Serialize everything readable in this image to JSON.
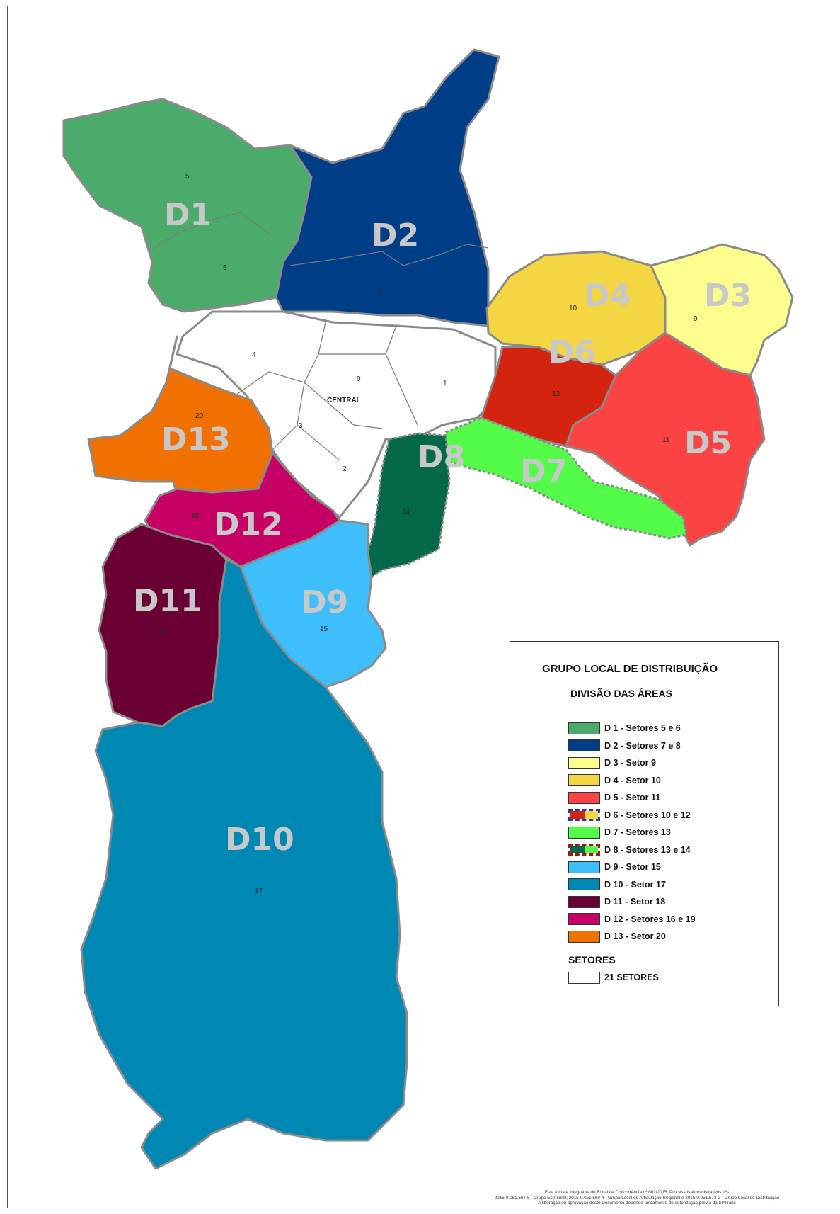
{
  "map": {
    "districts": [
      {
        "id": "D1",
        "label": "D1",
        "color": "#4aab6a"
      },
      {
        "id": "D2",
        "label": "D2",
        "color": "#003f87"
      },
      {
        "id": "D3",
        "label": "D3",
        "color": "#fdfd8e"
      },
      {
        "id": "D4",
        "label": "D4",
        "color": "#f3d641"
      },
      {
        "id": "D5",
        "label": "D5",
        "color": "#fc4343"
      },
      {
        "id": "D6",
        "label": "D6",
        "color": "#d4230f"
      },
      {
        "id": "D7",
        "label": "D7",
        "color": "#52fc48"
      },
      {
        "id": "D8",
        "label": "D8",
        "color": "#04684a"
      },
      {
        "id": "D9",
        "label": "D9",
        "color": "#3fbefc"
      },
      {
        "id": "D10",
        "label": "D10",
        "color": "#0088b4"
      },
      {
        "id": "D11",
        "label": "D11",
        "color": "#6b0034"
      },
      {
        "id": "D12",
        "label": "D12",
        "color": "#c70065"
      },
      {
        "id": "D13",
        "label": "D13",
        "color": "#f07000"
      }
    ],
    "sectors": [
      "0",
      "1",
      "2",
      "3",
      "4",
      "5",
      "6",
      "8",
      "9",
      "10",
      "11",
      "12",
      "14",
      "15",
      "16",
      "17",
      "19",
      "20"
    ],
    "central_label": "CENTRAL"
  },
  "legend": {
    "title": "GRUPO LOCAL DE DISTRIBUIÇÃO",
    "subtitle": "DIVISÃO DAS ÁREAS",
    "items": [
      {
        "label": "D 1 - Setores 5 e 6",
        "colors": [
          "#4aab6a"
        ],
        "style": "plain"
      },
      {
        "label": "D 2 - Setores 7 e 8",
        "colors": [
          "#003f87"
        ],
        "style": "plain"
      },
      {
        "label": "D 3 - Setor 9",
        "colors": [
          "#fdfd8e"
        ],
        "style": "plain"
      },
      {
        "label": "D 4 - Setor 10",
        "colors": [
          "#f3d641"
        ],
        "style": "plain"
      },
      {
        "label": "D 5 - Setor 11",
        "colors": [
          "#fc4343"
        ],
        "style": "plain"
      },
      {
        "label": "D 6 - Setores 10 e 12",
        "colors": [
          "#d4230f",
          "#f3d641"
        ],
        "style": "dashed-blue"
      },
      {
        "label": "D 7 - Setores 13",
        "colors": [
          "#52fc48"
        ],
        "style": "plain"
      },
      {
        "label": "D 8 - Setores 13 e 14",
        "colors": [
          "#04684a",
          "#52fc48"
        ],
        "style": "dashed-red"
      },
      {
        "label": "D 9 - Setor 15",
        "colors": [
          "#3fbefc"
        ],
        "style": "plain"
      },
      {
        "label": "D 10 - Setor 17",
        "colors": [
          "#0088b4"
        ],
        "style": "plain"
      },
      {
        "label": "D 11 - Setor 18",
        "colors": [
          "#6b0034"
        ],
        "style": "plain"
      },
      {
        "label": "D 12 - Setores 16 e 19",
        "colors": [
          "#c70065"
        ],
        "style": "plain"
      },
      {
        "label": "D 13 - Setor 20",
        "colors": [
          "#f07000"
        ],
        "style": "plain"
      }
    ],
    "sectors_heading": "SETORES",
    "sectors_item": {
      "label": "21 SETORES",
      "colors": [
        "#ffffff"
      ]
    }
  },
  "footer": {
    "line1": "Esta folha é integrante do Edital de Concorrência nº 002/2015;  Processos Administrativos nºs",
    "line2": "2015-0.051.567-8 - Grupo Estrutural; 2015-0.051.569-4 - Grupo Local de Articulação Regional e 2015-0.051.573-2 - Grupo Local de Distribuição",
    "line3": "A liberação ou aprovação deste Documento depende unicamente de autorização prévia da SPTrans"
  }
}
